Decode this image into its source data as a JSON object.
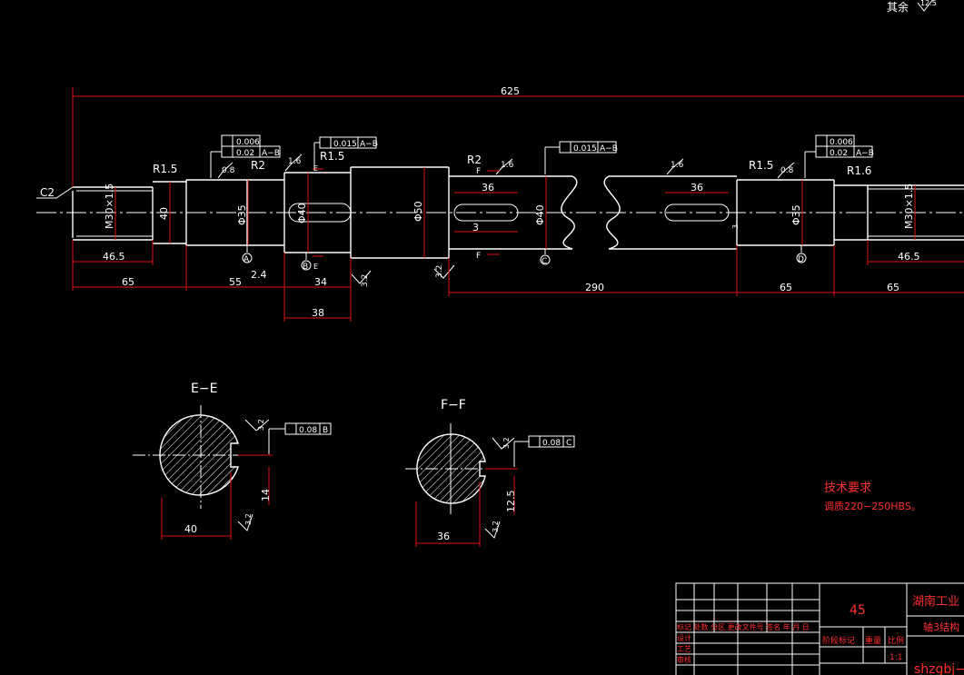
{
  "top_right": {
    "label": "其余",
    "roughness": "12.5"
  },
  "overall_length": "625",
  "chamfer": "C2",
  "radii": {
    "r1": "R1.5",
    "r2": "R2",
    "r3": "R1.5",
    "r4": "R2",
    "r5": "R1.5",
    "r6": "R1.6"
  },
  "diameters": {
    "d_left_thread": "M30×1.5",
    "d_left_step": "40",
    "d_bearing_left": "Φ35",
    "d_gear": "Φ40",
    "d_collar": "Φ50",
    "d_middle": "Φ40",
    "d_bearing_right": "Φ35",
    "d_right_thread": "M30×1.5"
  },
  "roughness": {
    "r_a": "0.8",
    "r_b": "1.6",
    "r_c": "1.6",
    "r_d": "1.6",
    "r_e": "0.8",
    "r_f": "3.2",
    "r_g": "3.2"
  },
  "tolerances": {
    "flat_left": "0.006",
    "run_left": "0.02",
    "run_left_ref": "A−B",
    "run_gear": "0.015",
    "run_gear_ref": "A−B",
    "run_mid": "0.015",
    "run_mid_ref": "A−B",
    "flat_right": "0.006",
    "run_right": "0.02",
    "run_right_ref": "A−B"
  },
  "datums": {
    "a": "A",
    "b": "B",
    "c": "C",
    "d": "D"
  },
  "section_marks": {
    "e": "E",
    "f": "F"
  },
  "dims": {
    "d_465_left": "46.5",
    "d_65_left": "65",
    "d_55": "55",
    "d_24": "2.4",
    "d_34": "34",
    "d_38": "38",
    "d_36_left": "36",
    "d_3": "3",
    "d_290": "290",
    "d_36_right": "36",
    "d_3b": "3",
    "d_65_mid": "65",
    "d_65_right": "65",
    "d_465_right": "46.5"
  },
  "sections": {
    "ee": {
      "title": "E−E",
      "sym": "0.08",
      "ref": "B",
      "depth": "14",
      "width": "40",
      "rough": "3.2",
      "rough2": "3.2"
    },
    "ff": {
      "title": "F−F",
      "sym": "0.08",
      "ref": "C",
      "depth": "12.5",
      "width": "36",
      "rough": "3.2",
      "rough2": "3.2"
    }
  },
  "tech_req": {
    "title": "技术要求",
    "line1": "调质220−250HBS。"
  },
  "title_block": {
    "material": "45",
    "company": "湖南工业",
    "drawing_name": "轴3结构",
    "scale_label": "比例",
    "scale": "1:1",
    "weight_label": "重量",
    "stage_label": "阶段标记",
    "row_headers": "标记 处数  分区  更改文件号 签名 年 月 日",
    "designer_row": "设计 ",
    "reviewer_row": "审核",
    "process_row": "工艺",
    "code": "shzgbj−"
  },
  "colors": {
    "geometry": "#ffffff",
    "dimension": "#e01010",
    "background": "#000000"
  }
}
